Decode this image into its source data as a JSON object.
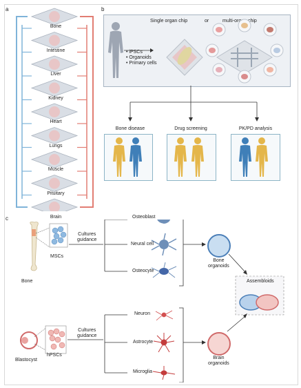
{
  "panels": {
    "a": "a",
    "b": "b",
    "c": "c"
  },
  "chip_stack": [
    "Bone",
    "Intestine",
    "Liver",
    "Kidney",
    "Heart",
    "Lungs",
    "Muscle",
    "Pituitary",
    "Brain"
  ],
  "panel_b": {
    "single_chip": "Single organ chip",
    "or": "or",
    "multi_chip": "multi-organ chip",
    "cell_sources": [
      "iPSCs",
      "Organoids",
      "Primary cells"
    ],
    "applications": [
      "Bone disease",
      "Drug screening",
      "PK/PD analysis"
    ]
  },
  "panel_c": {
    "bone": "Bone",
    "mscs": "MSCs",
    "cultures_guidance_1": "Cultures\nguidance",
    "bone_cells": [
      "Osteoblast",
      "Neural cell",
      "Osteocyte"
    ],
    "bone_organoids": "Bone\norganoids",
    "assembloids": "Assembloids",
    "blastocyst": "Blastocyst",
    "hpscs": "hPSCs",
    "cultures_guidance_2": "Cultures\nguidance",
    "brain_cells": [
      "Neuron",
      "Astrocyte",
      "Microglia"
    ],
    "brain_organoids": "Brain\norganoids"
  },
  "colors": {
    "blue_arrow": "#7fb3d9",
    "red_arrow": "#e27d73",
    "human_yellow": "#e4b64a",
    "human_blue": "#3f7fb8",
    "chip_pink": "#e8c6c7"
  }
}
